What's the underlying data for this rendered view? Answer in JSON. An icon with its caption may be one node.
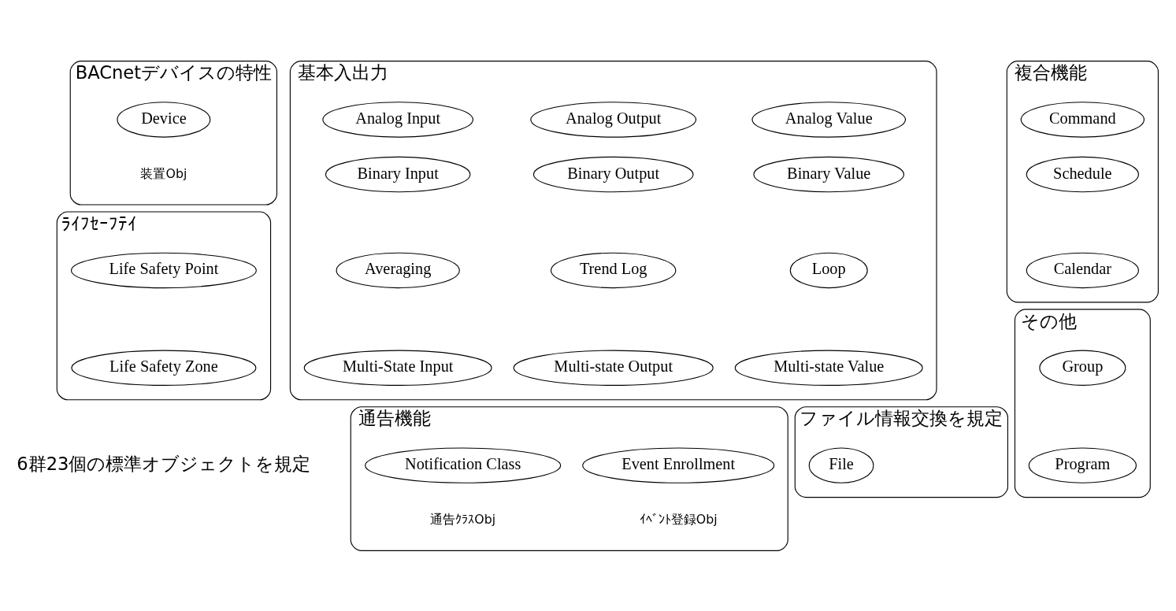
{
  "diagram": {
    "nodes": [
      {
        "text": [
          "BACnetデバイスの特性"
        ]
      },
      {
        "text": [
          "Device"
        ],
        "in": 0,
        "beside": [
          "装置Obj"
        ]
      },
      {
        "text": [
          "ﾗｲﾌｾｰﾌﾃｲ"
        ]
      },
      {
        "text": [
          "Life Safety Point"
        ],
        "in": 2
      },
      {
        "text": [
          "Life Safety Zone"
        ],
        "in": 2
      },
      {
        "text": [
          "基本入出力"
        ]
      },
      {
        "text": [
          "Analog Input"
        ],
        "in": 5
      },
      {
        "text": [
          "Analog Output"
        ],
        "in": 5
      },
      {
        "text": [
          "Analog Value"
        ],
        "in": 5
      },
      {
        "text": [
          "Binary Input"
        ],
        "in": 5
      },
      {
        "text": [
          "Binary Output"
        ],
        "in": 5
      },
      {
        "text": [
          "Binary Value"
        ],
        "in": 5
      },
      {
        "text": [
          "Averaging"
        ],
        "in": 5
      },
      {
        "text": [
          "Trend Log"
        ],
        "in": 5
      },
      {
        "text": [
          "Loop"
        ],
        "in": 5
      },
      {
        "text": [
          "Multi-State Input"
        ],
        "in": 5
      },
      {
        "text": [
          "Multi-state Output"
        ],
        "in": 5
      },
      {
        "text": [
          "Multi-state Value"
        ],
        "in": 5
      },
      {
        "text": [
          "複合機能"
        ]
      },
      {
        "text": [
          "Command"
        ],
        "in": 18
      },
      {
        "text": [
          "Schedule"
        ],
        "in": 18
      },
      {
        "text": [
          "Calendar"
        ],
        "in": 18
      },
      {
        "text": [
          "通告機能"
        ]
      },
      {
        "text": [
          "Event Enrollment"
        ],
        "in": 22,
        "beside": [
          "ｲﾍﾞﾝﾄ登録Obj"
        ]
      },
      {
        "text": [
          "Notification Class"
        ],
        "in": 22,
        "beside": [
          "通告ｸﾗｽObj"
        ]
      },
      {
        "text": [
          "ファイル情報交換を規定"
        ]
      },
      {
        "text": [
          "File"
        ],
        "in": 25
      },
      {
        "text": [
          "その他"
        ]
      },
      {
        "text": [
          "Group"
        ],
        "in": 27
      },
      {
        "text": [
          "Program"
        ],
        "in": 27
      }
    ],
    "edges": [],
    "labels": [
      "6群23個の標準オブジェクトを規定"
    ]
  }
}
